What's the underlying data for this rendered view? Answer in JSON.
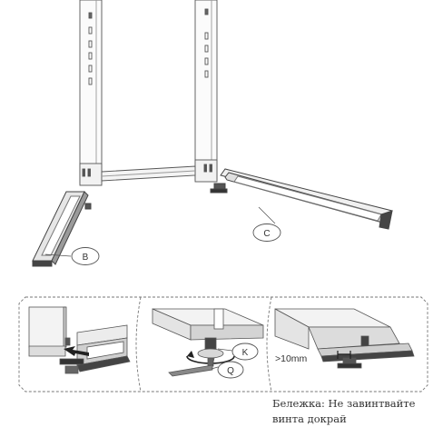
{
  "callouts": {
    "B": "B",
    "C": "C",
    "K": "K",
    "Q": "Q"
  },
  "measure": ">10mm",
  "note": {
    "line1": "Бележка: Не завинтвайте",
    "line2": "винта докрай"
  },
  "colors": {
    "line": "#555555",
    "panel_border": "#777777",
    "shade": "#dedede",
    "dark": "#3a3a3a"
  }
}
